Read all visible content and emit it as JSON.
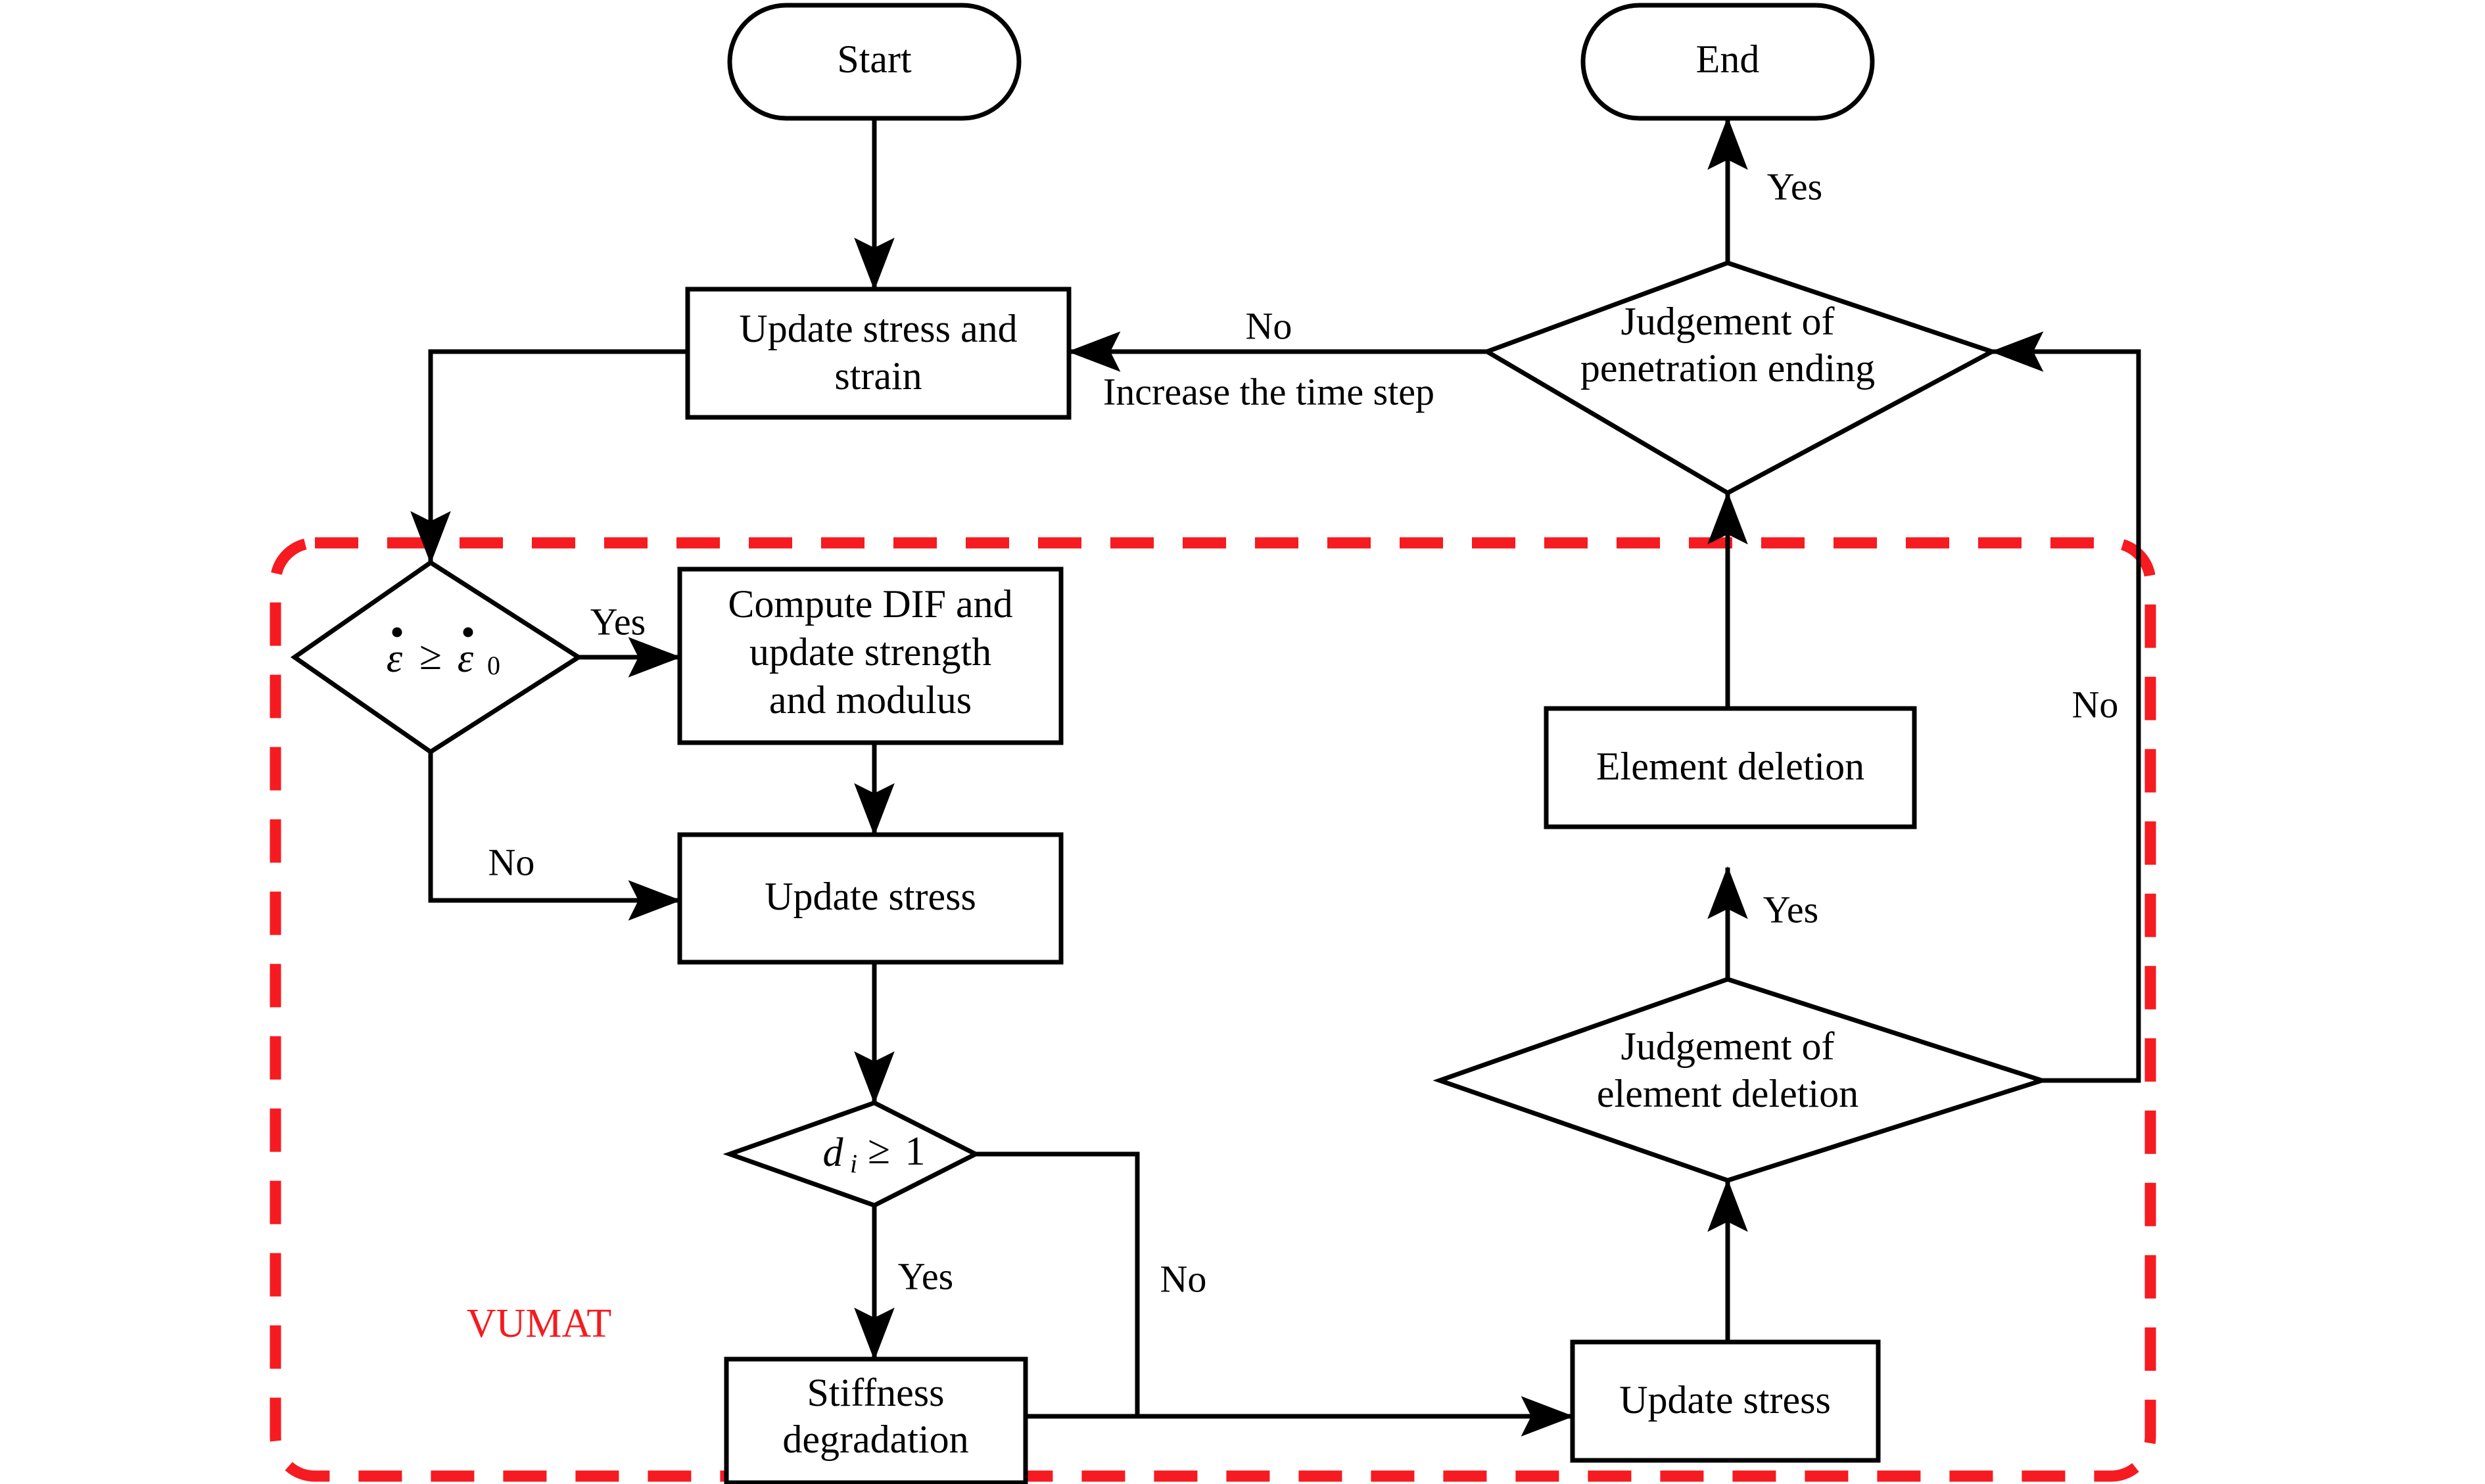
{
  "diagram": {
    "title": "VUMAT penetration simulation flowchart",
    "accent_color": "#f51b20",
    "line_color": "#000000",
    "background": "#ffffff"
  },
  "nodes": {
    "start": {
      "label": "Start",
      "shape": "terminator"
    },
    "end": {
      "label": "End",
      "shape": "terminator"
    },
    "update_stress_strain": {
      "label_line1": "Update stress and",
      "label_line2": "strain",
      "shape": "process"
    },
    "judge_penetration": {
      "label_line1": "Judgement of",
      "label_line2": "penetration ending",
      "shape": "decision"
    },
    "strain_rate_check": {
      "label": "ε̇ ≥ ε̇0",
      "lhs": "ε",
      "op": "≥",
      "rhs": "ε",
      "rhs_sub": "0",
      "shape": "decision"
    },
    "compute_dif": {
      "label_line1": "Compute DIF and",
      "label_line2": "update strength",
      "label_line3": "and modulus",
      "shape": "process"
    },
    "update_stress_mid": {
      "label": "Update stress",
      "shape": "process"
    },
    "damage_check": {
      "label": "di ≥ 1",
      "lhs": "d",
      "lhs_sub": "i",
      "op": "≥",
      "rhs": "1",
      "shape": "decision"
    },
    "stiffness_degradation": {
      "label_line1": "Stiffness",
      "label_line2": "degradation",
      "shape": "process"
    },
    "update_stress_bottom": {
      "label": "Update stress",
      "shape": "process"
    },
    "judge_element_deletion": {
      "label_line1": "Judgement of",
      "label_line2": "element deletion",
      "shape": "decision"
    },
    "element_deletion": {
      "label": "Element deletion",
      "shape": "process"
    }
  },
  "edge_labels": {
    "penetration_yes": "Yes",
    "penetration_no": "No",
    "increase_time_step": "Increase the time step",
    "strain_rate_yes": "Yes",
    "strain_rate_no": "No",
    "damage_yes": "Yes",
    "damage_no": "No",
    "deletion_yes": "Yes",
    "deletion_no": "No"
  },
  "group": {
    "vumat_label": "VUMAT"
  }
}
